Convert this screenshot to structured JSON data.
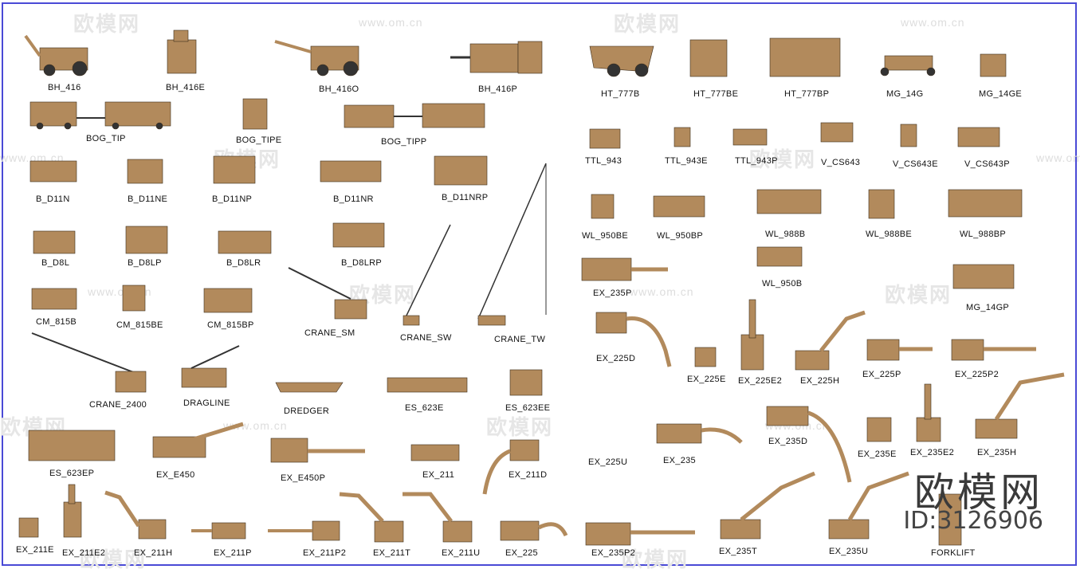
{
  "watermark": {
    "logo_text": "欧模网",
    "site_text": "www.om.cn",
    "brand": "欧模网",
    "id_text": "ID:3126906"
  },
  "labels": [
    "BH_416",
    "BH_416E",
    "BH_416O",
    "BH_416P",
    "BOG_TIP",
    "BOG_TIPE",
    "BOG_TIPP",
    "B_D11N",
    "B_D11NE",
    "B_D11NP",
    "B_D11NR",
    "B_D11NRP",
    "B_D8L",
    "B_D8LP",
    "B_D8LR",
    "B_D8LRP",
    "CM_815B",
    "CM_815BE",
    "CM_815BP",
    "CRANE_SM",
    "CRANE_SW",
    "CRANE_TW",
    "CRANE_2400",
    "DRAGLINE",
    "DREDGER",
    "ES_623E",
    "ES_623EE",
    "ES_623EP",
    "EX_E450",
    "EX_E450P",
    "EX_211",
    "EX_211D",
    "EX_211E",
    "EX_211E2",
    "EX_211H",
    "EX_211P",
    "EX_211P2",
    "EX_211T",
    "EX_211U",
    "EX_225",
    "HT_777B",
    "HT_777BE",
    "HT_777BP",
    "MG_14G",
    "MG_14GE",
    "TTL_943",
    "TTL_943E",
    "TTL_943P",
    "V_CS643",
    "V_CS643E",
    "V_CS643P",
    "WL_950BE",
    "WL_950BP",
    "WL_988B",
    "WL_988BE",
    "WL_988BP",
    "WL_950B",
    "EX_235P",
    "MG_14GP",
    "EX_225D",
    "EX_225E",
    "EX_225E2",
    "EX_225H",
    "EX_225P",
    "EX_225P2",
    "EX_225U",
    "EX_235",
    "EX_235D",
    "EX_235E",
    "EX_235E2",
    "EX_235H",
    "EX_235P2",
    "EX_235T",
    "EX_235U",
    "FORKLIFT"
  ],
  "colors": {
    "equipment": "#b28a5c",
    "frame": "#4a4ad6"
  }
}
